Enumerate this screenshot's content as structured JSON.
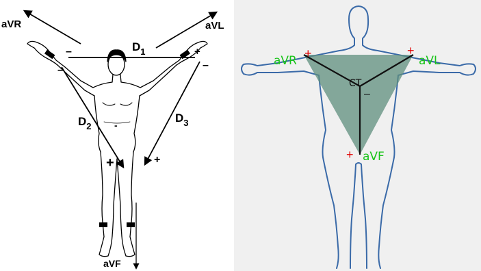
{
  "left_diagram": {
    "lead_labels": {
      "avr": "aVR",
      "avl": "aVL",
      "avf": "aVF"
    },
    "lead_lines": {
      "d1": "D",
      "d1_sub": "1",
      "d2": "D",
      "d2_sub": "2",
      "d3": "D",
      "d3_sub": "3"
    },
    "signs": {
      "d1_neg": "–",
      "d1_pos": "+",
      "d2_neg": "–",
      "d2_pos": "+",
      "d3_neg": "–",
      "d3_pos": "+",
      "center": "-"
    }
  },
  "right_diagram": {
    "electrode_labels": {
      "avr": "aVR",
      "avl": "aVL",
      "avf": "aVF"
    },
    "center_label": "CT",
    "signs": {
      "avr_pos": "+",
      "avl_pos": "+",
      "avf_pos": "+",
      "center_neg": "–"
    },
    "colors": {
      "body_outline": "#3a6aa8",
      "triangle_fill": "#5f8f7e",
      "label_green": "#19c419",
      "plus_red": "#e00000"
    }
  }
}
